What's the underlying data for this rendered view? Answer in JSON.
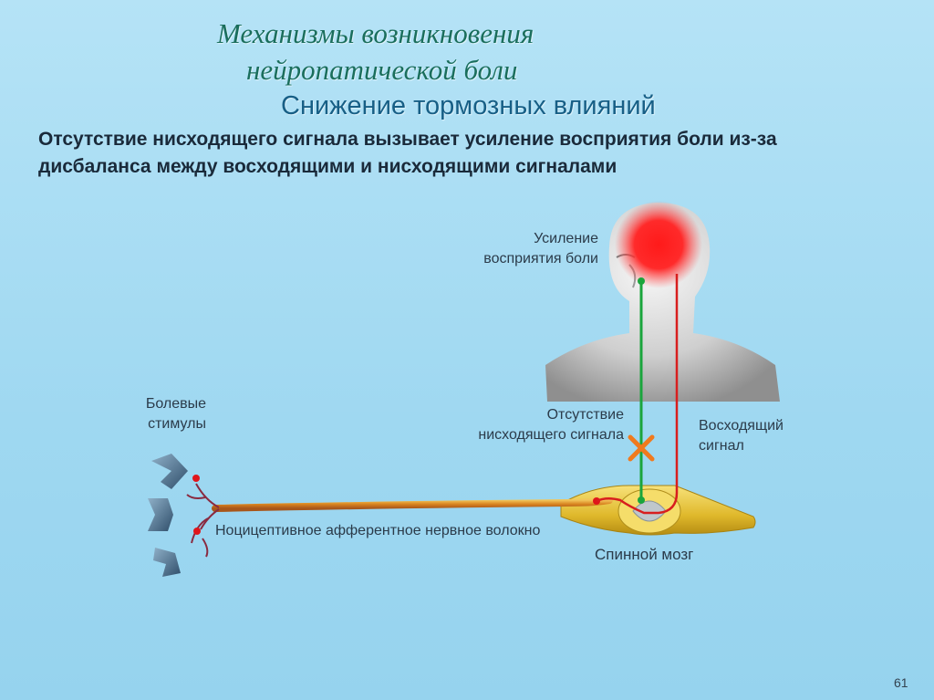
{
  "title": {
    "line1": "Механизмы возникновения",
    "line2": "нейропатической боли",
    "subtitle": "Снижение тормозных влияний"
  },
  "lead": "Отсутствие нисходящего сигнала вызывает усиление восприятия боли из-за дисбаланса между восходящими и нисходящими сигналами",
  "labels": {
    "pain_perception": "Усиление\nвосприятия боли",
    "pain_stimuli": "Болевые\nстимулы",
    "absent_descending": "Отсутствие\nнисходящего сигнала",
    "ascending": "Восходящий\nсигнал",
    "fiber": "Ноцицептивное афферентное нервное волокно",
    "spinal_cord": "Спинной мозг"
  },
  "page_number": "61",
  "colors": {
    "descending_path": "#1aa53c",
    "ascending_path": "#d81e1e",
    "block_mark": "#f07a1e",
    "pain_focus": "#ff1a1a",
    "spinal_cord": "#e6c23a"
  },
  "icons": [
    "arrow-chevron-icon",
    "block-cross-icon",
    "head-bust-icon"
  ]
}
